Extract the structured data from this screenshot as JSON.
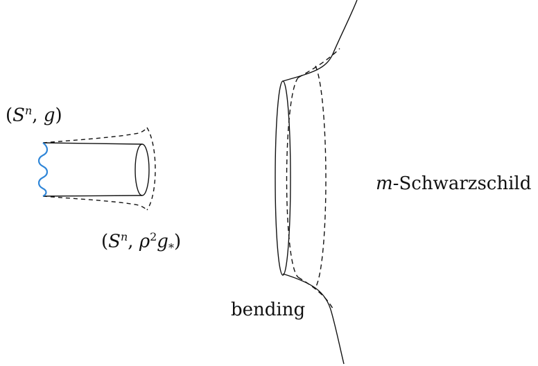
{
  "labels": {
    "sphere_g": {
      "open": "(",
      "S": "S",
      "n": "n",
      "comma": ", ",
      "g": "g",
      "close": ")"
    },
    "sphere_rho": {
      "open": "(",
      "S": "S",
      "n": "n",
      "comma": ", ",
      "rho": "ρ",
      "two": "2",
      "g": "g",
      "star": "*",
      "close": ")"
    },
    "schwarzschild": {
      "m": "m",
      "rest": "-Schwarzschild"
    },
    "bending": "bending"
  },
  "colors": {
    "stroke": "#111111",
    "wavy_boundary": "#2f86d8"
  }
}
